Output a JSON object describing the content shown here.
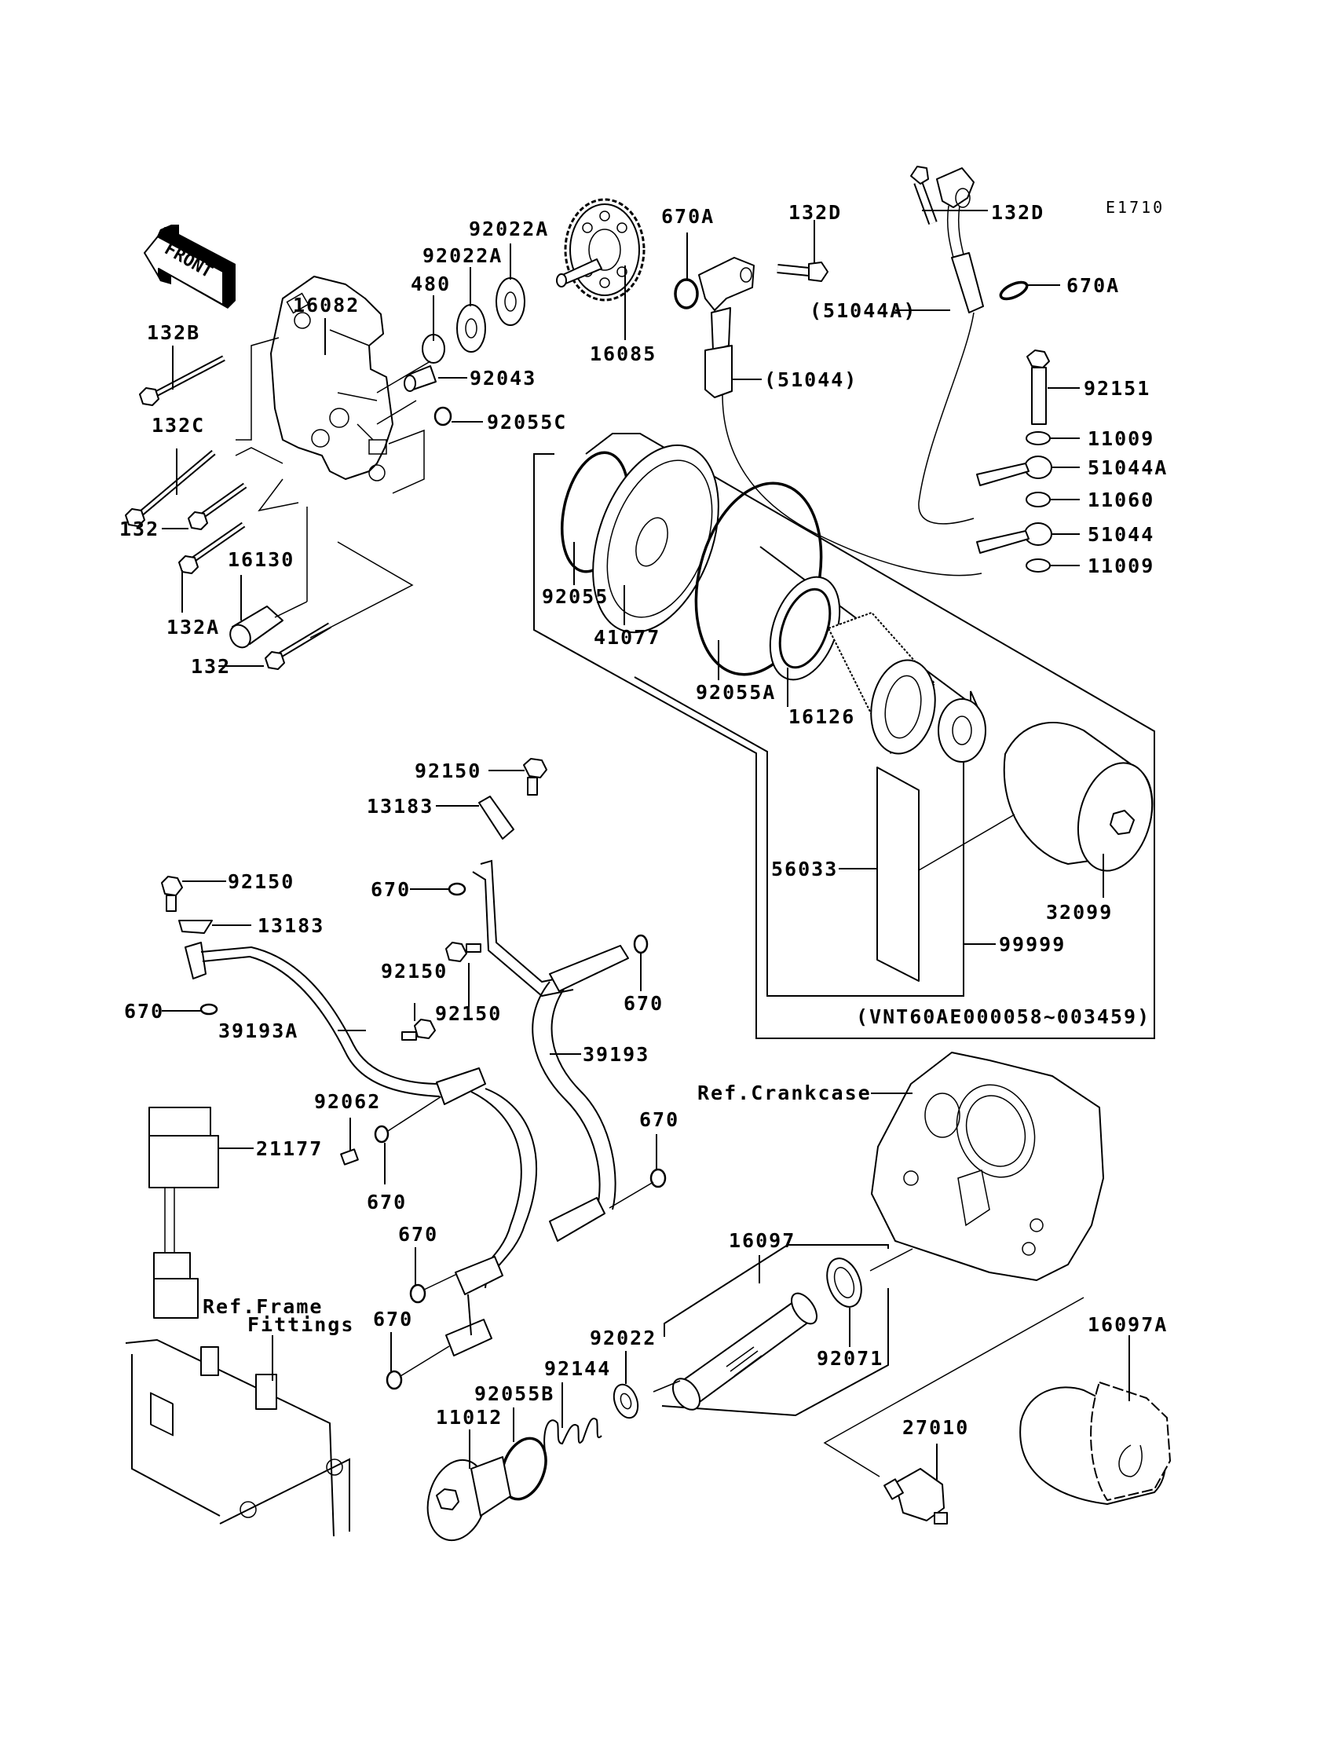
{
  "diagram": {
    "code": "E1710",
    "front_arrow": "FRONT",
    "serial_note": "(VNT60AE000058~003459)",
    "labels": {
      "p132B": "132B",
      "p16082": "16082",
      "p480": "480",
      "p92022A_1": "92022A",
      "p92022A_2": "92022A",
      "p16085": "16085",
      "p670A_1": "670A",
      "p132D_1": "132D",
      "p132D_2": "132D",
      "p670A_2": "670A",
      "p51044A_paren": "(51044A)",
      "p92043": "92043",
      "p51044_paren": "(51044)",
      "p92151": "92151",
      "p132C": "132C",
      "p92055C": "92055C",
      "p11009_1": "11009",
      "p51044A": "51044A",
      "p11060": "11060",
      "p132_1": "132",
      "p16130": "16130",
      "p51044": "51044",
      "p11009_2": "11009",
      "p92055": "92055",
      "p41077": "41077",
      "p132A": "132A",
      "p132_2": "132",
      "p92055A": "92055A",
      "p16126": "16126",
      "p92150_a": "92150",
      "p13183_a": "13183",
      "p56033": "56033",
      "p670_a": "670",
      "p32099": "32099",
      "p92150_b": "92150",
      "p13183_b": "13183",
      "p99999": "99999",
      "p92150_c": "92150",
      "p670_b": "670",
      "p92150_d": "92150",
      "p670_c": "670",
      "p39193A": "39193A",
      "p39193": "39193",
      "ref_crankcase": "Ref.Crankcase",
      "p92062": "92062",
      "p21177": "21177",
      "p670_d": "670",
      "p670_e": "670",
      "p670_f": "670",
      "ref_frame_1": "Ref.Frame",
      "ref_frame_2": "Fittings",
      "p670_g": "670",
      "p16097": "16097",
      "p16097A": "16097A",
      "p92022": "92022",
      "p92071": "92071",
      "p92144": "92144",
      "p92055B": "92055B",
      "p11012": "11012",
      "p27010": "27010"
    }
  }
}
